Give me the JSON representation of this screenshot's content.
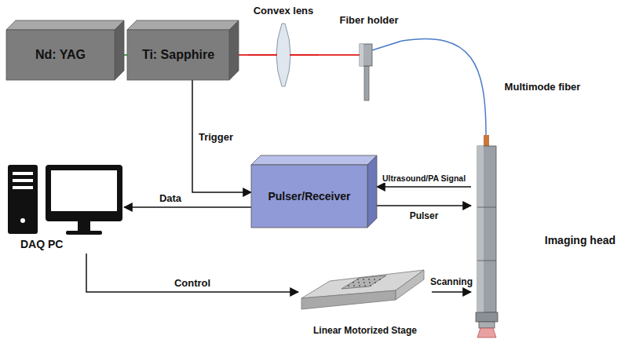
{
  "diagram": {
    "nodes": [
      {
        "text": [
          "Nd: YAG"
        ]
      },
      {
        "text": [
          "Ti: Sapphire"
        ]
      },
      {
        "text": [
          "Convex lens"
        ]
      },
      {
        "text": [
          "Fiber holder"
        ]
      },
      {
        "text": [
          "Pulser/Receiver"
        ]
      },
      {
        "text": [
          "DAQ PC"
        ]
      },
      {
        "text": [
          "Linear Motorized Stage"
        ]
      },
      {
        "text": [
          "Imaging head"
        ]
      }
    ],
    "edges": [
      {
        "from": 0,
        "to": 1,
        "arrow": "none"
      },
      {
        "from": 1,
        "to": 2,
        "arrow": "none"
      },
      {
        "from": 2,
        "to": 3,
        "arrow": "none"
      },
      {
        "from": 3,
        "to": 7,
        "label": "Multimode fiber",
        "arrow": "none"
      },
      {
        "from": 1,
        "to": 4,
        "label": "Trigger",
        "arrow": "to"
      },
      {
        "from": 4,
        "to": 5,
        "label": "Data",
        "arrow": "to"
      },
      {
        "from": 7,
        "to": 4,
        "label": "Ultrasound/PA Signal",
        "arrow": "to"
      },
      {
        "from": 4,
        "to": 7,
        "label": "Pulser",
        "arrow": "to"
      },
      {
        "from": 5,
        "to": 6,
        "label": "Control",
        "arrow": "to"
      },
      {
        "from": 6,
        "to": 7,
        "label": "Scanning",
        "arrow": "to"
      }
    ]
  }
}
